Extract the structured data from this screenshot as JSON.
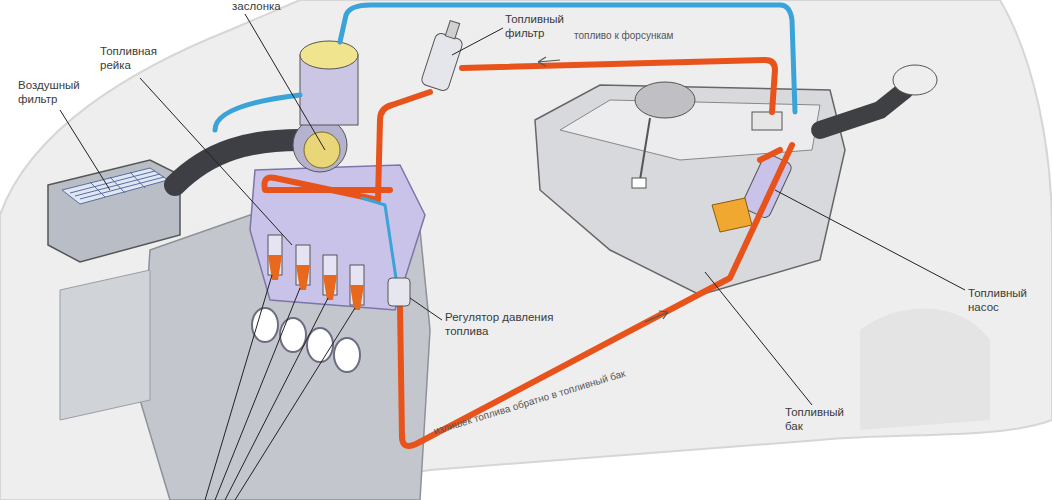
{
  "diagram": {
    "labels": [
      "заслонка",
      "Топливная рейка",
      "Воздушный фильтр",
      "Топливный фильтр",
      "топливо к форсункам",
      "Регулятор давления топлива",
      "излишек топлива обратно в топливный бак",
      "Топливный насос",
      "Топливный бак"
    ]
  }
}
